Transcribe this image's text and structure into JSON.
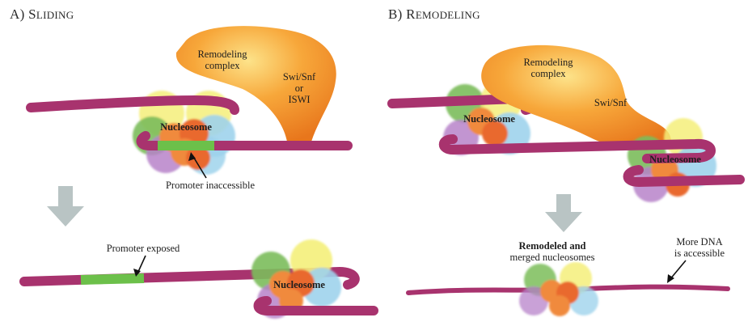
{
  "panel_a": {
    "letter": "A)",
    "title_initial": "S",
    "title_rest": "LIDING",
    "complex_label_line1": "Remodeling",
    "complex_label_line2": "complex",
    "complex_type_line1": "Swi/Snf",
    "complex_type_line2": "or",
    "complex_type_line3": "ISWI",
    "nucleosome_label": "Nucleosome",
    "promoter_inaccessible": "Promoter inaccessible",
    "promoter_exposed": "Promoter exposed",
    "nucleosome_label_after": "Nucleosome"
  },
  "panel_b": {
    "letter": "B)",
    "title_initial": "R",
    "title_rest": "EMODELING",
    "complex_label_line1": "Remodeling",
    "complex_label_line2": "complex",
    "complex_type": "Swi/Snf",
    "nucleosome_label_1": "Nucleosome",
    "nucleosome_label_2": "Nucleosome",
    "merged_line1": "Remodeled and",
    "merged_line2": "merged nucleosomes",
    "more_dna_line1": "More DNA",
    "more_dna_line2": "is accessible"
  },
  "colors": {
    "dna": "#a8336e",
    "promoter": "#6cc04a",
    "complex": "#f39a2c",
    "arrow": "#b9c4c4"
  }
}
